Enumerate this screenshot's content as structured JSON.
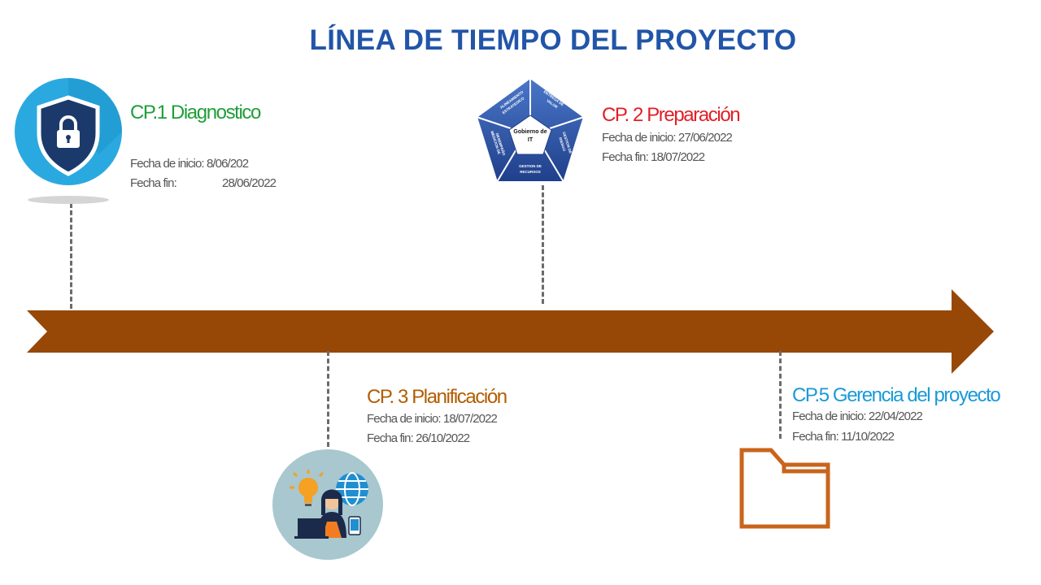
{
  "title": "LÍNEA DE TIEMPO DEL PROYECTO",
  "colors": {
    "title": "#2255a8",
    "arrow": "#974806",
    "cp1": "#1f9e3a",
    "cp2": "#e11f26",
    "cp3": "#b35c00",
    "cp5": "#1a9ad6"
  },
  "milestones": {
    "cp1": {
      "title": "CP.1  Diagnostico",
      "start_label": "Fecha de inicio:",
      "start_value": "8/06/202",
      "end_label": "Fecha fin:",
      "end_value": "28/06/2022",
      "icon": "shield-lock-icon"
    },
    "cp2": {
      "title": "CP. 2  Preparación",
      "start": "Fecha de inicio: 27/06/2022",
      "end": "Fecha fin: 18/07/2022",
      "icon": "pentagon-diagram-icon"
    },
    "cp3": {
      "title": "CP. 3  Planificación",
      "start": "Fecha de inicio: 18/07/2022",
      "end": "Fecha fin: 26/10/2022",
      "icon": "person-ideas-icon"
    },
    "cp5": {
      "title": "CP.5 Gerencia del proyecto",
      "start": "Fecha de inicio: 22/04/2022",
      "end": "Fecha fin: 11/10/2022",
      "icon": "folder-icon"
    }
  },
  "pentagon": {
    "center": "Gobierno de IT",
    "segments": [
      "ALINEAMIENTO ESTRATEGICO",
      "ENTREGA DE VALOR",
      "GESTION DE RIESGO",
      "GESTION DE RECURSOS",
      "MEDICION DE DESEMPEÑO"
    ]
  }
}
